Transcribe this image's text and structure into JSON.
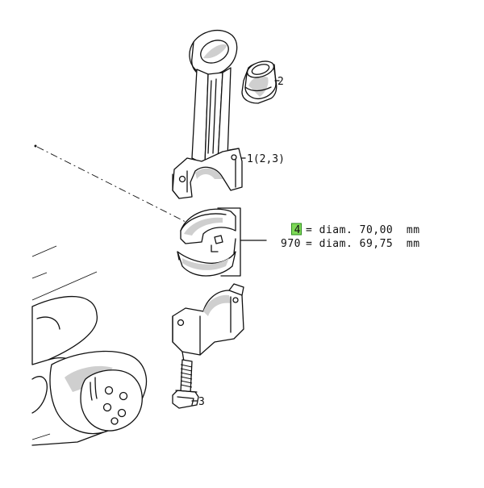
{
  "callouts": {
    "bushing": "2",
    "connecting_rod": "1(2,3)",
    "bolt": "3"
  },
  "legend": {
    "rows": [
      {
        "code": "4",
        "text": "= diam. 70,00  mm"
      },
      {
        "code": "970",
        "text": "= diam. 69,75  mm"
      }
    ]
  },
  "colors": {
    "highlight": "#7ed957",
    "line": "#111111"
  }
}
